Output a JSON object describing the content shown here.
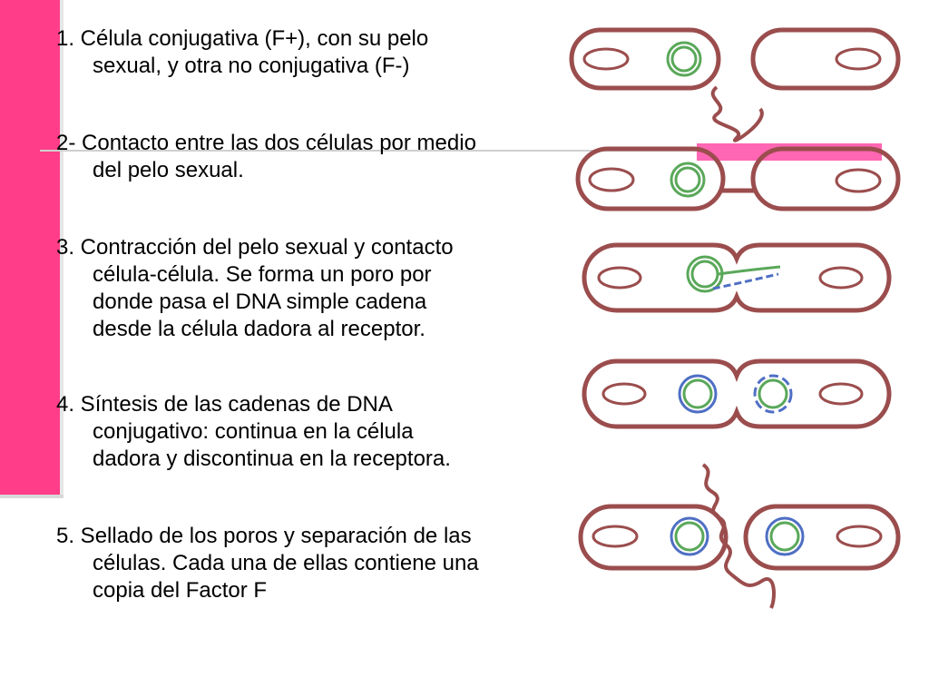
{
  "steps": [
    {
      "id": "step-1",
      "lines": [
        "1.  Célula conjugativa (F+), con su pelo",
        "sexual, y otra no conjugativa (F-)"
      ]
    },
    {
      "id": "step-2",
      "lines": [
        "2- Contacto entre las dos células por medio",
        "del pelo sexual."
      ]
    },
    {
      "id": "step-3",
      "lines": [
        "3. Contracción del pelo sexual y contacto",
        "célula-célula. Se forma un poro por",
        "donde pasa el DNA simple cadena",
        "desde la célula dadora al receptor."
      ]
    },
    {
      "id": "step-4",
      "lines": [
        "4. Síntesis de las cadenas de DNA",
        "conjugativo: continua en la célula",
        "dadora y discontinua en la receptora."
      ]
    },
    {
      "id": "step-5",
      "lines": [
        "5.  Sellado de los poros y separación de las",
        "células. Cada una de ellas contiene una",
        "copia del Factor F"
      ]
    }
  ],
  "colors": {
    "cell": "#9b4d4d",
    "plasmid_green": "#5aa85a",
    "dna_blue": "#4f6fc4",
    "accent_pink": "#ff3d88",
    "accent_pink_light": "#ff66b3"
  }
}
